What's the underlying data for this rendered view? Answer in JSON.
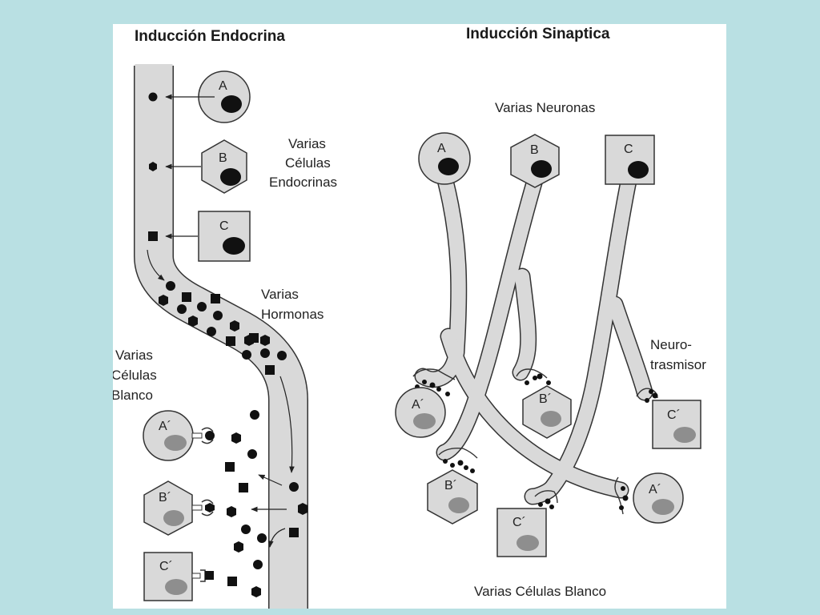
{
  "titles": {
    "endocrine": "Inducción Endocrina",
    "synaptic": "Inducción Sinaptica"
  },
  "labels": {
    "endocrine_cells": [
      "Varias",
      "Células",
      "Endocrinas"
    ],
    "hormones": [
      "Varias",
      "Hormonas"
    ],
    "target_cells_left": [
      "Varias",
      "Células",
      "Blanco"
    ],
    "neurons": "Varias Neuronas",
    "neurotransmitter": [
      "Neuro-",
      "trasmisor"
    ],
    "target_cells_bottom": "Varias Células Blanco"
  },
  "cells": {
    "source": [
      "A",
      "B",
      "C"
    ],
    "target": [
      "A´",
      "B´",
      "C´"
    ]
  },
  "colors": {
    "background": "#b9e0e3",
    "slide": "#ffffff",
    "cell_fill": "#d9d9d9",
    "nucleus_source": "#111111",
    "nucleus_target": "#8e8e8e"
  }
}
